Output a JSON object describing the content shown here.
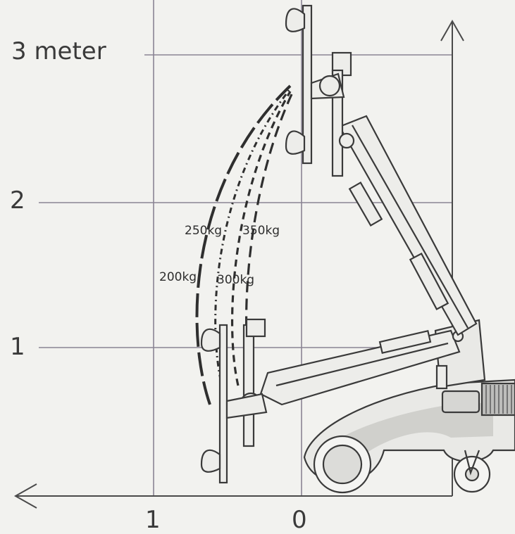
{
  "diagram": {
    "y_axis_labels": {
      "top": "3 meter",
      "mid": "2",
      "low": "1"
    },
    "x_axis_labels": {
      "left": "1",
      "zero": "0"
    },
    "load_curves": [
      {
        "label": "200kg"
      },
      {
        "label": "250kg"
      },
      {
        "label": "300kg"
      },
      {
        "label": "350kg"
      }
    ],
    "colors": {
      "background": "#f2f2ef",
      "grid": "#8a8494",
      "ink": "#3a3a3a",
      "machine_body": "#e9e9e6",
      "shading": "#c9c9c6"
    }
  }
}
